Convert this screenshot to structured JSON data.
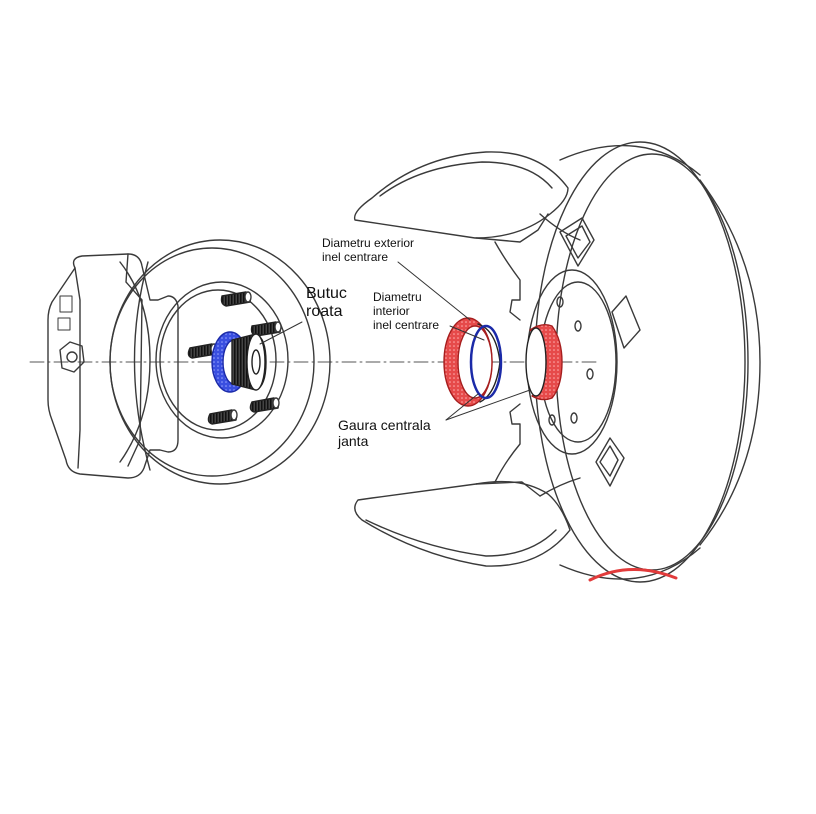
{
  "labels": {
    "butuc_line1": "Butuc",
    "butuc_line2": "roata",
    "diam_ext_line1": "Diametru exterior",
    "diam_ext_line2": "inel centrare",
    "diam_int_line1": "Diametru",
    "diam_int_line2": "interior",
    "diam_int_line3": "inel centrare",
    "gaura_line1": "Gaura centrala",
    "gaura_line2": "janta"
  },
  "colors": {
    "line": "#3a3a3a",
    "hub_ring": "#2a3fd6",
    "rim_ring": "#e23b3b",
    "stud": "#222222"
  }
}
